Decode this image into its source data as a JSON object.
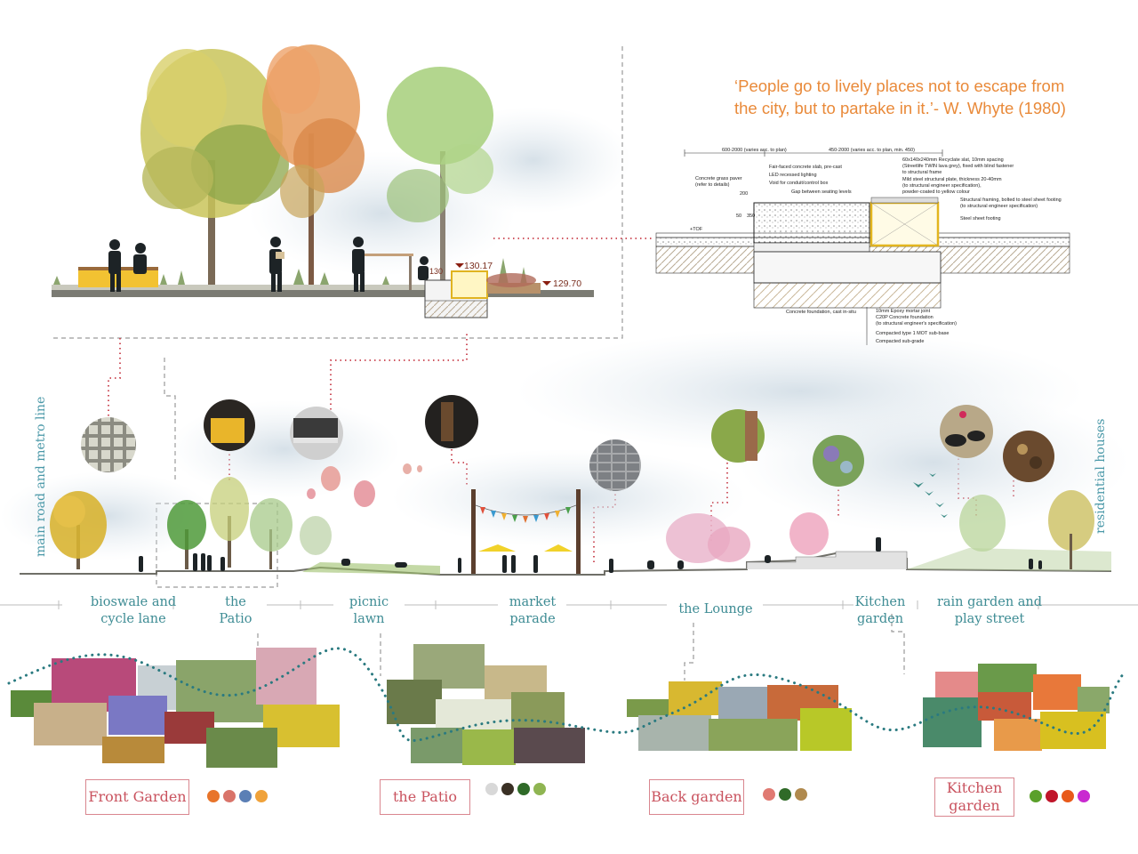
{
  "quote": {
    "line1": "‘People go to lively places not to escape from",
    "line2": "the city, but to partake in it.’- W. Whyte (1980)"
  },
  "elevations": {
    "upper": "130.17",
    "lower": "129.70",
    "small": "130"
  },
  "side_labels": {
    "left": "main road and metro line",
    "right": "residential houses"
  },
  "zones": [
    {
      "line1": "bioswale and",
      "line2": "cycle lane"
    },
    {
      "line1": "the",
      "line2": "Patio"
    },
    {
      "line1": "picnic",
      "line2": "lawn"
    },
    {
      "line1": "market",
      "line2": "parade"
    },
    {
      "line1": "the Lounge",
      "line2": ""
    },
    {
      "line1": "Kitchen",
      "line2": "garden"
    },
    {
      "line1": "rain garden and",
      "line2": "play street"
    }
  ],
  "gardens": [
    {
      "label": "Front Garden",
      "colors": [
        "#e8742a",
        "#d9746a",
        "#5b7fb5",
        "#f0a23a"
      ]
    },
    {
      "label": "the Patio",
      "colors": [
        "#d8d8d8",
        "#3a3024",
        "#2f6a28",
        "#8fb552"
      ]
    },
    {
      "label": "Back garden",
      "colors": [
        "#e07a72",
        "#2f6a28",
        "#b08a4e"
      ]
    },
    {
      "label": "Kitchen garden",
      "colors": [
        "#5aa02a",
        "#c0152a",
        "#e85a1a",
        "#c92ad0"
      ]
    }
  ],
  "detail": {
    "dim_left": "600-2000 (varies acc. to plan)",
    "dim_right": "450-2000 (varies acc. to plan, min. 450)",
    "dim_200": "200",
    "dim_50": "50",
    "dim_350": "350",
    "tof": "+TOF",
    "notes_left": [
      "Concrete grass paver",
      "(refer to details)",
      "Fair-faced concrete slab, pre-cast",
      "LED recessed lighting",
      "Void for conduit/control box",
      "Gap between seating levels"
    ],
    "notes_right": [
      "60x140x240mm Recyclate slat, 10mm spacing",
      "(Streetlife TWIN lava grey), fixed with blind fastener",
      "to structural frame",
      "Mild steel structural plate, thickness 20-40mm",
      "(to structural engineer specification),",
      "powder-coated to yellow colour",
      "Structural framing, bolted to steel sheet footing",
      "(to structural engineer specification)",
      "Steel sheet footing"
    ],
    "notes_bottom": [
      "Concrete foundation, cast in-situ",
      "10mm Epoxy mortar joint",
      "C20P Concrete foundation",
      "(to structural engineer's specification)",
      "Compacted type 1 MOT sub-base",
      "Compacted sub-grade"
    ]
  }
}
